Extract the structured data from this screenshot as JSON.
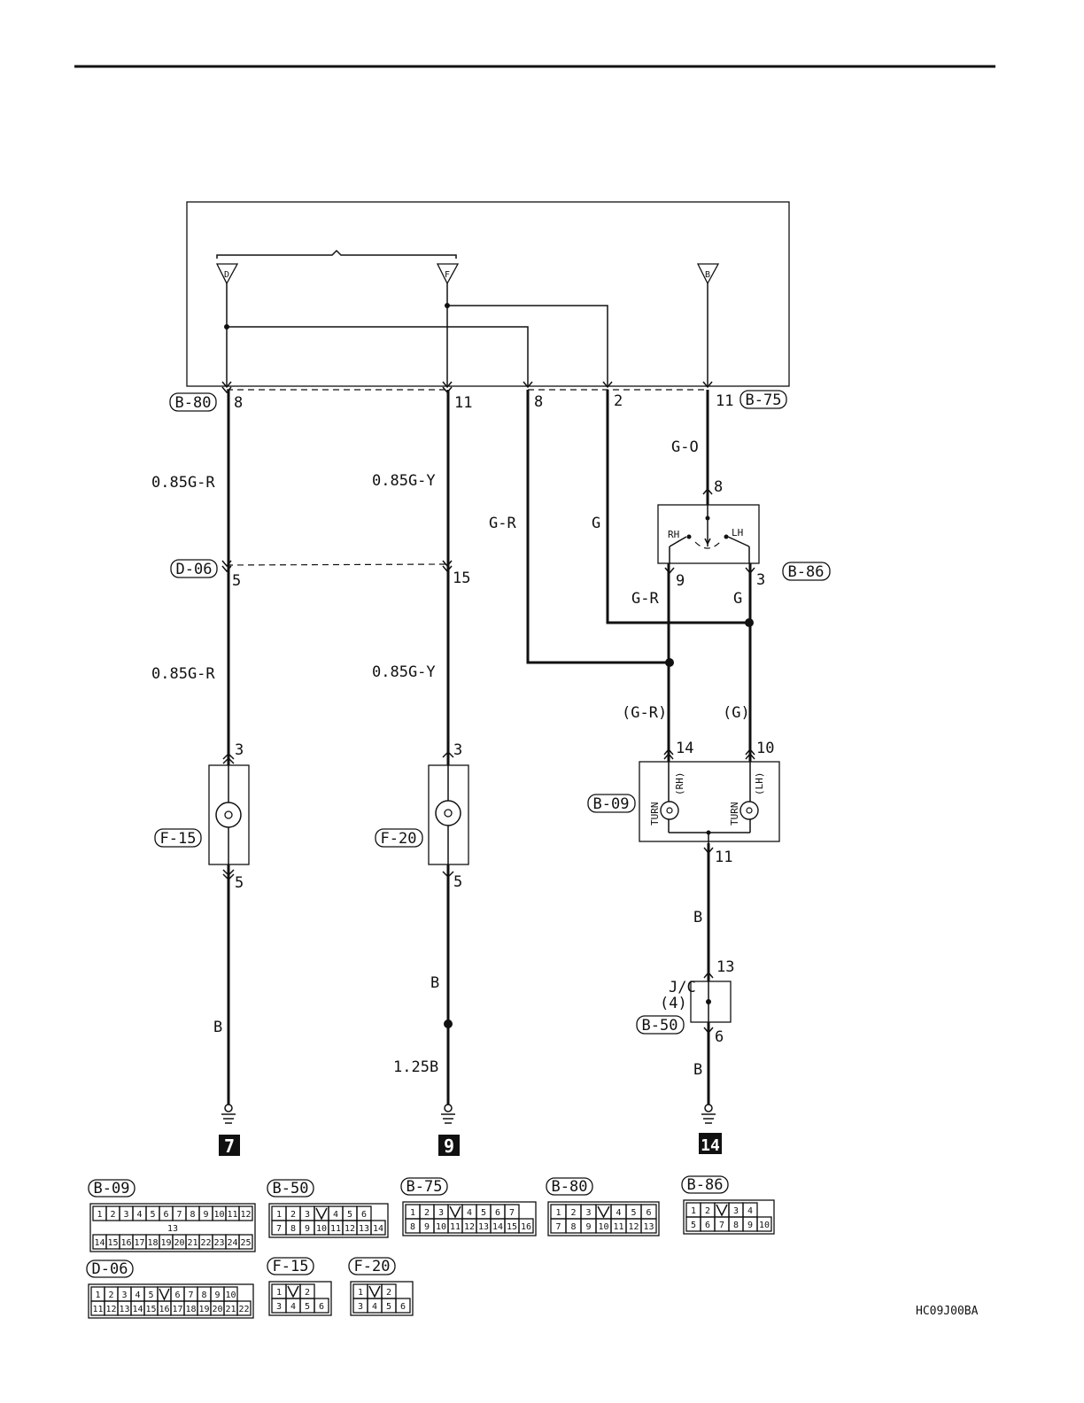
{
  "diagram": {
    "code": "HC09J00BA",
    "top_connectors": {
      "d": "D",
      "f": "F",
      "b": "B"
    },
    "connectors": {
      "b80": "B-80",
      "b75": "B-75",
      "d06": "D-06",
      "b86": "B-86",
      "f15": "F-15",
      "f20": "F-20",
      "b09": "B-09",
      "b50": "B-50"
    },
    "pins": {
      "b80_8": "8",
      "b80_11": "11",
      "b75_8": "8",
      "b75_2": "2",
      "b75_11": "11",
      "b86_8": "8",
      "b86_9": "9",
      "b86_3": "3",
      "d06_5": "5",
      "d06_15": "15",
      "f15_3": "3",
      "f15_5": "5",
      "f20_3": "3",
      "f20_5": "5",
      "b09_14": "14",
      "b09_10": "10",
      "b09_11": "11",
      "jc_13": "13",
      "jc_6": "6"
    },
    "wires": {
      "w1_top": "0.85G-R",
      "w1_bottom": "0.85G-R",
      "w1_ground": "B",
      "w2_top": "0.85G-Y",
      "w2_bottom": "0.85G-Y",
      "w2_ground_a": "B",
      "w2_ground_b": "1.25B",
      "w3": "G-R",
      "w4": "G",
      "w5": "G-O",
      "w6": "G-R",
      "w7": "G",
      "w8": "(G-R)",
      "w9": "(G)",
      "w10": "B",
      "w11": "B"
    },
    "switch": {
      "rh": "RH",
      "lh": "LH"
    },
    "meter": {
      "turn_rh": "TURN",
      "rh": "(RH)",
      "turn_lh": "TURN",
      "lh": "(LH)"
    },
    "junction": {
      "line1": "J/C",
      "line2": "(4)"
    },
    "grounds": [
      "7",
      "9",
      "14"
    ]
  },
  "connector_faces": [
    {
      "id": "B-09",
      "rows": [
        [
          "1",
          "2",
          "3",
          "4",
          "5",
          "6",
          "7",
          "8",
          "9",
          "10",
          "11",
          "12"
        ],
        [
          "13"
        ],
        [
          "14",
          "15",
          "16",
          "17",
          "18",
          "19",
          "20",
          "21",
          "22",
          "23",
          "24",
          "25"
        ]
      ]
    },
    {
      "id": "B-50",
      "rows": [
        [
          "1",
          "2",
          "3",
          "",
          "4",
          "5",
          "6"
        ],
        [
          "7",
          "8",
          "9",
          "10",
          "11",
          "12",
          "13",
          "14"
        ]
      ]
    },
    {
      "id": "B-75",
      "rows": [
        [
          "1",
          "2",
          "3",
          "",
          "4",
          "5",
          "6",
          "7"
        ],
        [
          "8",
          "9",
          "10",
          "11",
          "12",
          "13",
          "14",
          "15",
          "16"
        ]
      ]
    },
    {
      "id": "B-80",
      "rows": [
        [
          "1",
          "2",
          "3",
          "",
          "4",
          "5",
          "6"
        ],
        [
          "7",
          "8",
          "9",
          "10",
          "11",
          "12",
          "13"
        ]
      ]
    },
    {
      "id": "B-86",
      "rows": [
        [
          "1",
          "2",
          "",
          "3",
          "4"
        ],
        [
          "5",
          "6",
          "7",
          "8",
          "9",
          "10"
        ]
      ]
    },
    {
      "id": "D-06",
      "rows": [
        [
          "1",
          "2",
          "3",
          "4",
          "5",
          "",
          "6",
          "7",
          "8",
          "9",
          "10"
        ],
        [
          "11",
          "12",
          "13",
          "14",
          "15",
          "16",
          "17",
          "18",
          "19",
          "20",
          "21",
          "22"
        ]
      ]
    },
    {
      "id": "F-15",
      "rows": [
        [
          "1",
          "",
          "2"
        ],
        [
          "3",
          "4",
          "5",
          "6"
        ]
      ]
    },
    {
      "id": "F-20",
      "rows": [
        [
          "1",
          "",
          "2"
        ],
        [
          "3",
          "4",
          "5",
          "6"
        ]
      ]
    }
  ]
}
